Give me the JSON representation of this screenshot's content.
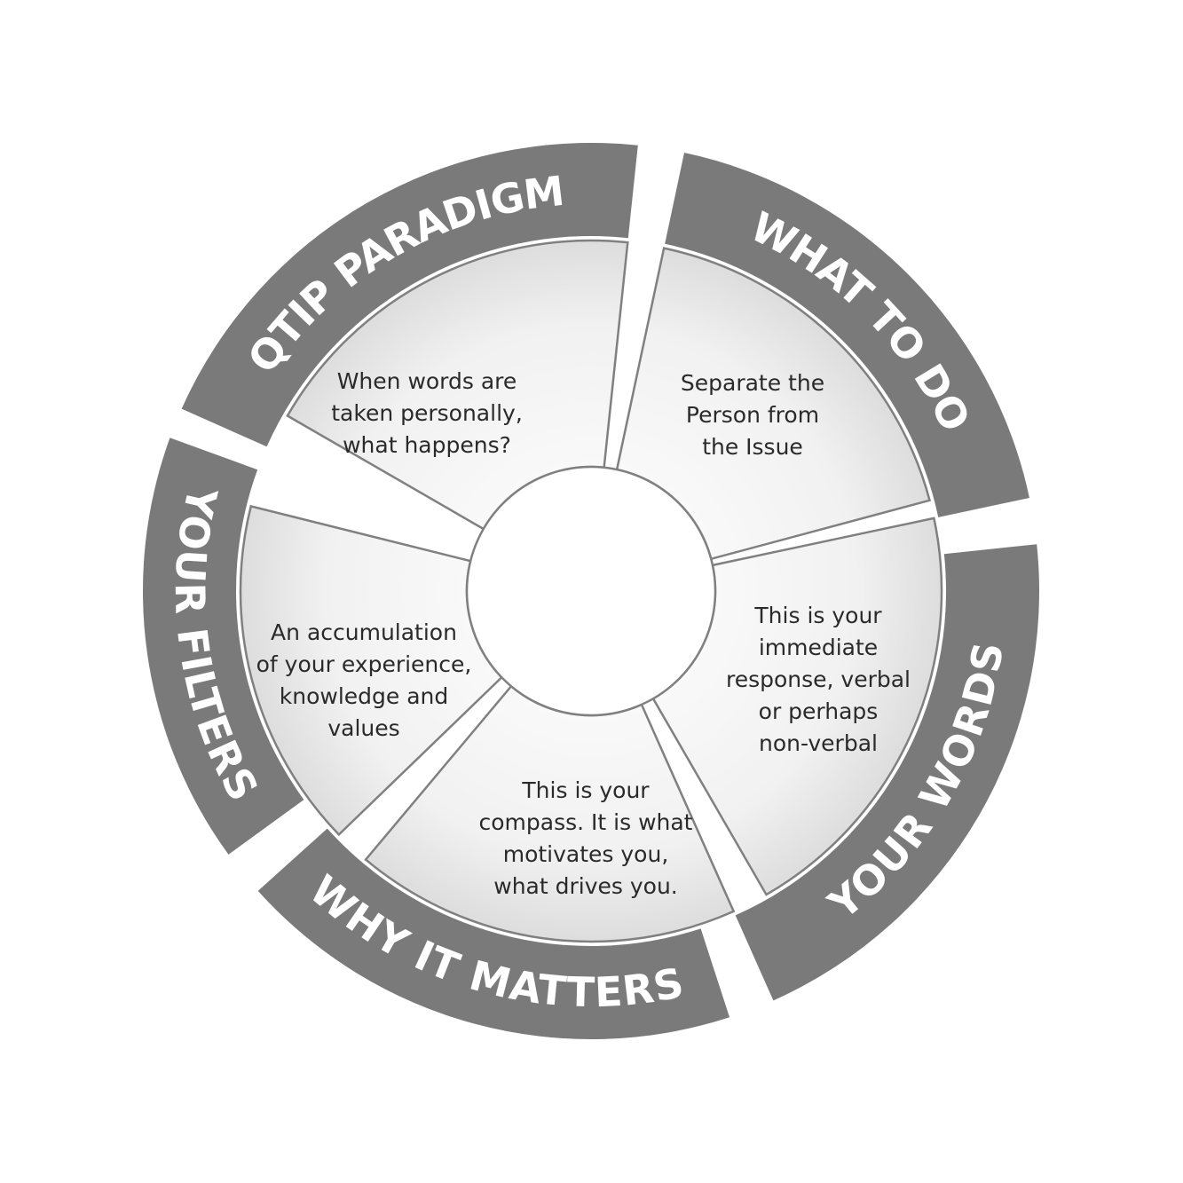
{
  "segments": [
    {
      "id": "qtip",
      "title": "QTIP PARADIGM",
      "lines": [
        "When words are",
        "taken personally,",
        "what happens?"
      ]
    },
    {
      "id": "what-to-do",
      "title": "WHAT TO DO",
      "lines": [
        "Separate the",
        "Person from",
        "the Issue"
      ]
    },
    {
      "id": "your-words",
      "title": "YOUR WORDS",
      "lines": [
        "This is your",
        "immediate",
        "response, verbal",
        "or perhaps",
        "non-verbal"
      ]
    },
    {
      "id": "why-it-matters",
      "title": "WHY IT MATTERS",
      "lines": [
        "This is your",
        "compass. It is what",
        "motivates you,",
        "what drives you."
      ]
    },
    {
      "id": "your-filters",
      "title": "YOUR FILTERS",
      "lines": [
        "An accumulation",
        "of your experience,",
        "knowledge and",
        "values"
      ]
    }
  ],
  "colors": {
    "band": "#7a7a7a",
    "inner_light": "#fcfcfc",
    "inner_dark": "#dcdcdc",
    "hub": "#ffffff"
  }
}
